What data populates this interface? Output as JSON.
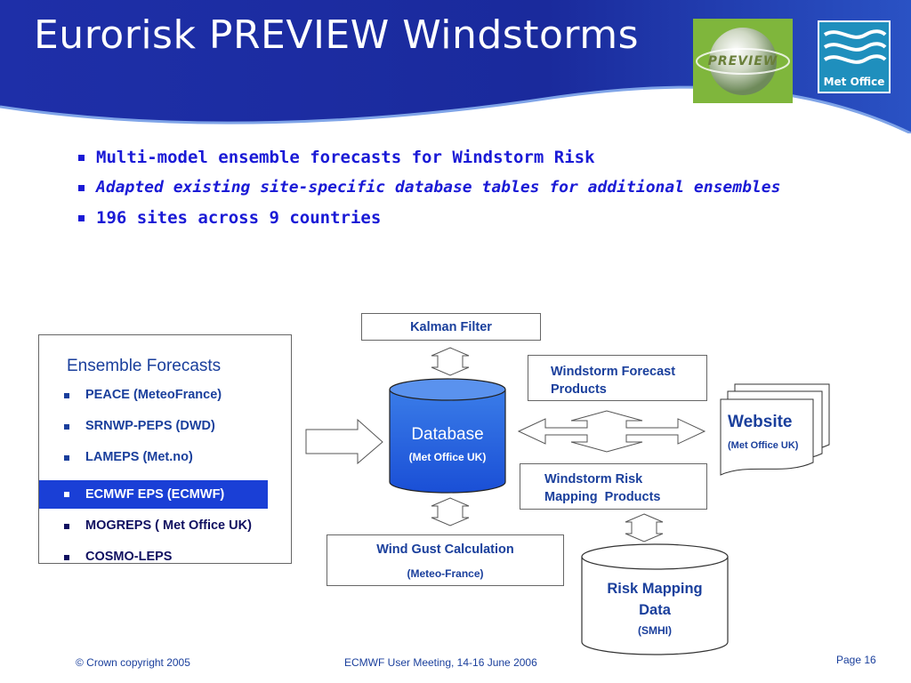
{
  "header": {
    "title": "Eurorisk PREVIEW Windstorms",
    "preview_logo_text": "PREVIEW",
    "metoffice_logo_text": "Met Office"
  },
  "bullets": [
    "Multi-model ensemble forecasts for Windstorm Risk",
    "Adapted existing site-specific database tables for additional ensembles",
    "196 sites across 9 countries"
  ],
  "diagram": {
    "ensemble": {
      "title": "Ensemble Forecasts",
      "items": [
        "PEACE (MeteoFrance)",
        "SRNWP-PEPS (DWD)",
        "LAMEPS (Met.no)",
        "ECMWF EPS (ECMWF)",
        "MOGREPS ( Met Office UK)",
        "COSMO-LEPS"
      ]
    },
    "kalman": "Kalman Filter",
    "database": {
      "title": "Database",
      "sub": "(Met Office UK)"
    },
    "forecast_products": {
      "line1": "Windstorm Forecast",
      "line2": "Products"
    },
    "risk_products": {
      "line1": "Windstorm Risk",
      "line2": "Mapping  Products"
    },
    "website": {
      "title": "Website",
      "sub": "(Met Office UK)"
    },
    "wind_gust": {
      "title": "Wind Gust Calculation",
      "sub": "(Meteo-France)"
    },
    "risk_data": {
      "line1": "Risk Mapping",
      "line2": "Data",
      "sub": "(SMHI)"
    }
  },
  "footer": {
    "copyright": "© Crown copyright 2005",
    "meeting": "ECMWF User Meeting, 14-16 June 2006",
    "page": "Page 16"
  },
  "colors": {
    "header_blue": "#1a2a9c",
    "text_blue": "#1a3f9c",
    "bullet_blue": "#1a1ad6",
    "highlight": "#1a3fd6",
    "preview_green": "#7fb63c",
    "metoffice_blue": "#1f8fbd"
  }
}
